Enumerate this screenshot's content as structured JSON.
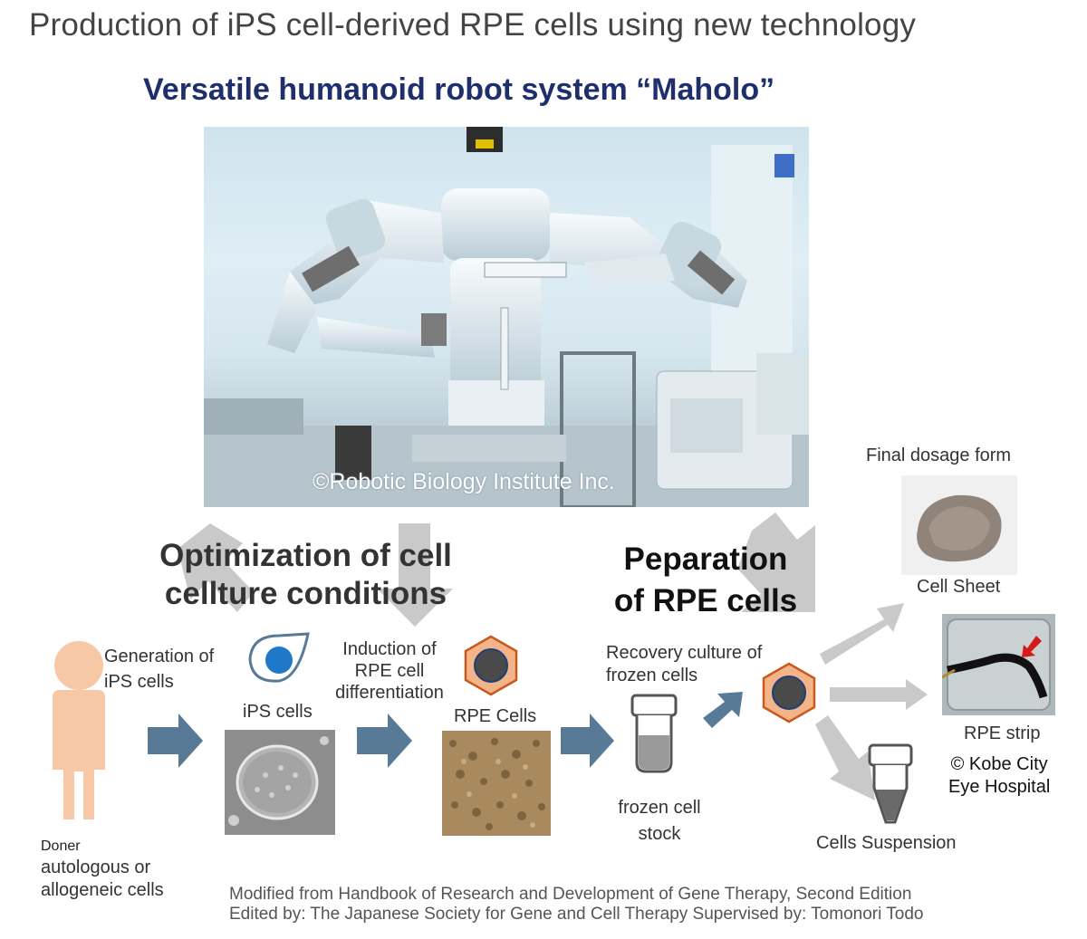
{
  "title": "Production of iPS cell-derived RPE cells using new technology",
  "subtitle": "Versatile humanoid robot system “Maholo”",
  "photo": {
    "credit": "©Robotic Biology Institute Inc."
  },
  "stages": {
    "optimization": [
      "Optimization of cell",
      "cellture conditions"
    ],
    "preparation": [
      "Peparation",
      "of RPE cells"
    ]
  },
  "donor": {
    "label": "Doner",
    "desc": [
      "autologous or",
      "allogeneic cells"
    ]
  },
  "steps": {
    "generation": [
      "Generation of",
      "iPS cells"
    ],
    "ips_label": "iPS cells",
    "induction": [
      "Induction of",
      "RPE cell",
      "differentiation"
    ],
    "rpe_label": "RPE Cells",
    "recovery": [
      "Recovery culture of",
      "frozen cells"
    ],
    "frozen": [
      "frozen cell",
      "stock"
    ]
  },
  "outputs": {
    "final_form": "Final dosage form",
    "sheet": "Cell Sheet",
    "strip": "RPE strip",
    "strip_credit": [
      "© Kobe City",
      "Eye Hospital"
    ],
    "suspension": "Cells Suspension"
  },
  "footer": [
    "Modified from Handbook of Research and Development of Gene Therapy, Second Edition",
    "Edited by: The Japanese Society for Gene and Cell Therapy  Supervised by: Tomonori Todo"
  ],
  "colors": {
    "title": "#444444",
    "subtitle": "#1f2f6b",
    "flow_arrow": "#587a96",
    "gray_arrow": "#c7c7c7",
    "person": "#f6c8a6",
    "cell_orange": "#f3b48a",
    "cell_nucleus": "#4a4a4a",
    "ips_nucleus": "#1f78c8"
  }
}
